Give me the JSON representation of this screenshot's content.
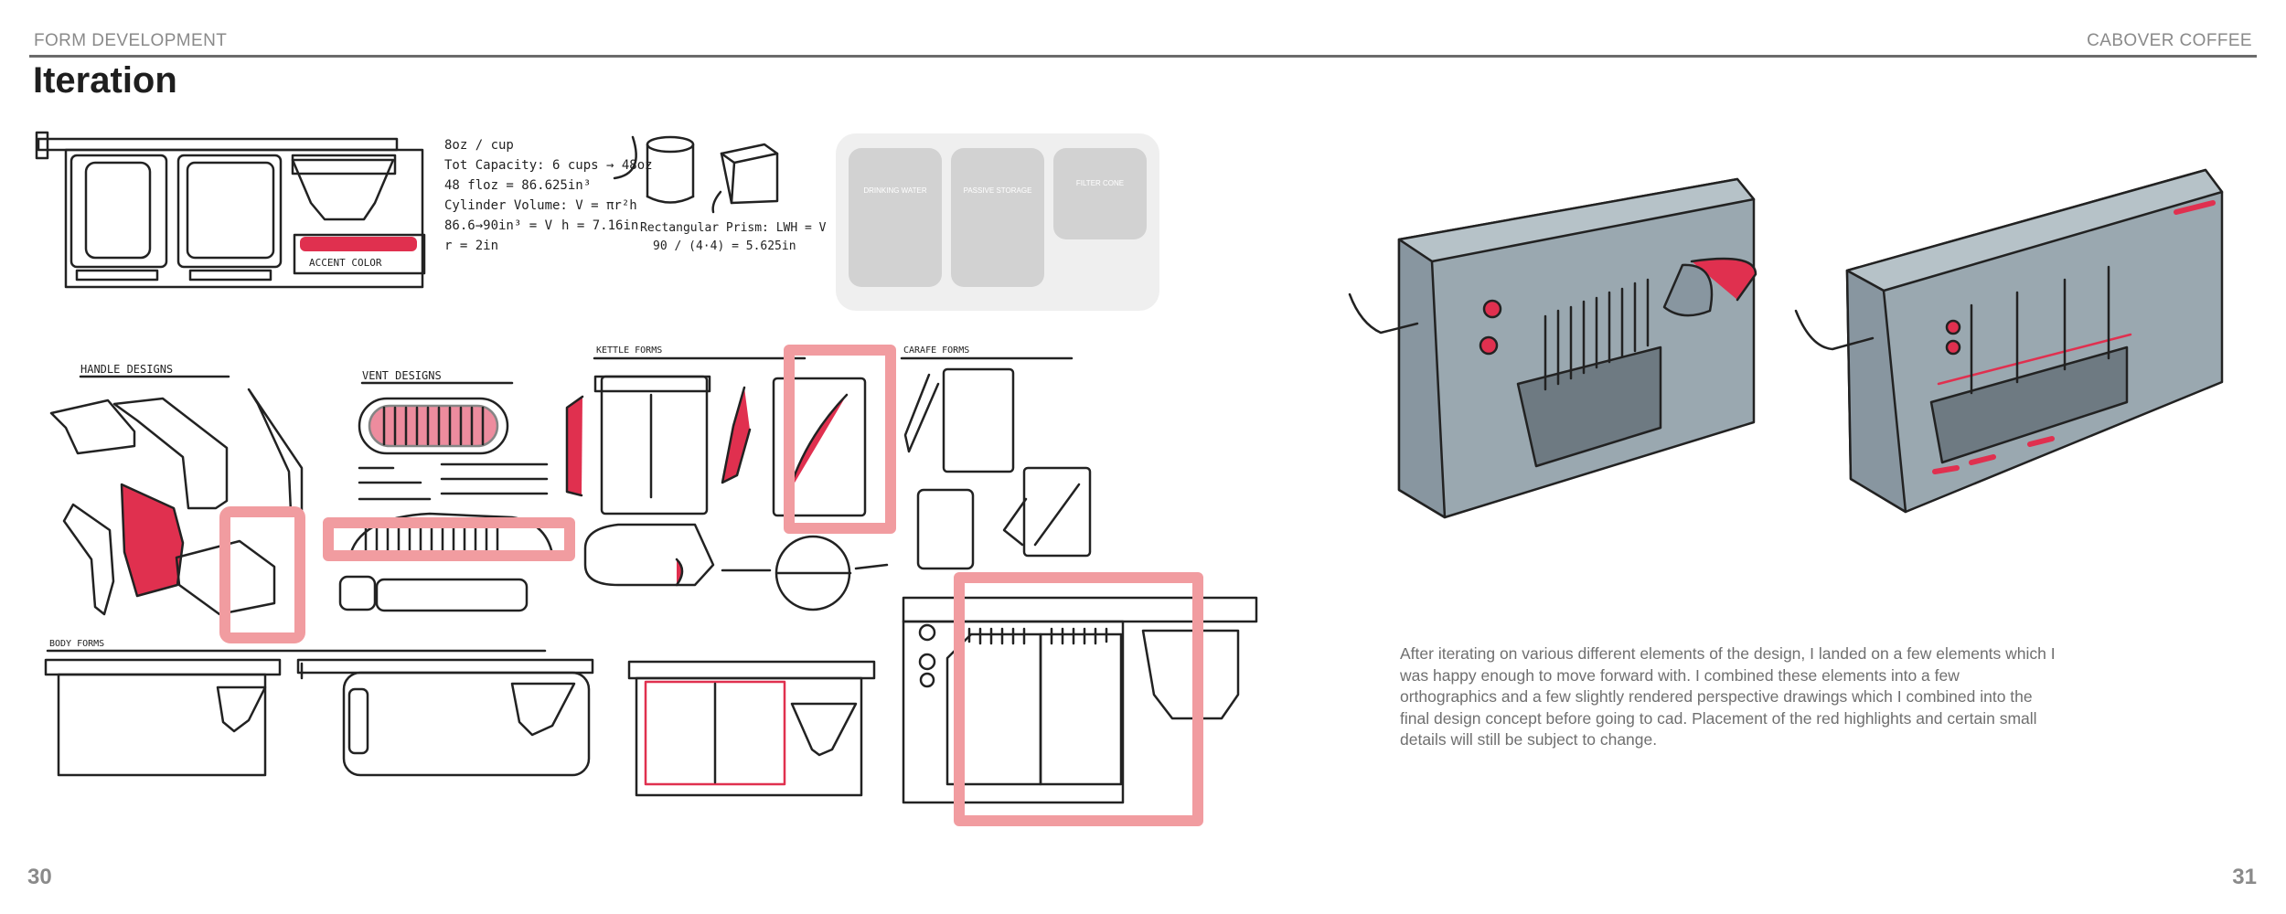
{
  "header": {
    "left": "FORM DEVELOPMENT",
    "right": "CABOVER COFFEE"
  },
  "title": "Iteration",
  "page_numbers": {
    "left": "30",
    "right": "31"
  },
  "notes": {
    "line1": "8oz / cup",
    "line2": "Tot Capacity: 6 cups → 48oz",
    "line3": "48 floz = 86.625in³",
    "line4": "Cylinder Volume: V = πr²h",
    "line5": "86.6→90in³ = V",
    "line5b": "h = 7.16in",
    "line6": "r = 2in",
    "prism": "Rectangular Prism: LWH = V",
    "prism_calc": "90 / (4·4) = 5.625in"
  },
  "accent_label": "ACCENT COLOR",
  "bin_labels": [
    "DRINKING WATER",
    "PASSIVE STORAGE",
    "FILTER CONE"
  ],
  "section_labels": {
    "handle": "HANDLE DESIGNS",
    "vent": "VENT DESIGNS",
    "kettle": "KETTLE FORMS",
    "carafe": "CARAFE FORMS",
    "body": "BODY FORMS"
  },
  "description": "After iterating on various different elements of the design, I landed on a few elements which I was happy enough to move forward with. I combined these elements into a few orthographics and a few slightly rendered perspective drawings which I combined into the final design concept before going to cad. Placement of the red highlights and certain small details will still be subject to change.",
  "colors": {
    "accent_red": "#e0304f",
    "highlight_pink": "#f19ca0",
    "body_grey": "#9aa8b0",
    "rule_grey": "#6b6b6b"
  }
}
